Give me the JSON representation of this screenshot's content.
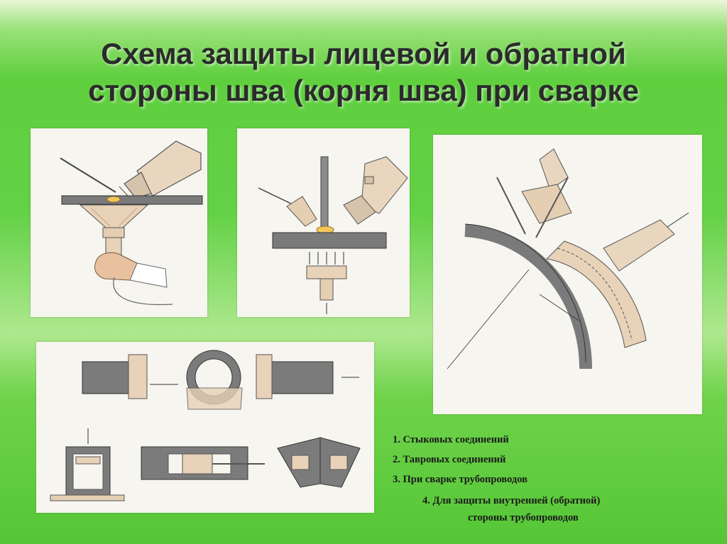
{
  "title": {
    "line1": "Схема защиты лицевой и обратной",
    "line2": "стороны шва (корня шва) при сварке"
  },
  "captions": {
    "c1": "1. Стыковых соединений",
    "c2": "2. Тавровых соединений",
    "c3": "3. При сварке трубопроводов",
    "c4a": "4. Для защиты внутренней (обратной)",
    "c4b": "стороны трубопроводов"
  },
  "colors": {
    "background": "#5fcf3e",
    "panel": "#f6f5ef",
    "metal": "#6b6b6b",
    "nozzle": "#e9d6bf",
    "skin": "#e8c2a0"
  }
}
